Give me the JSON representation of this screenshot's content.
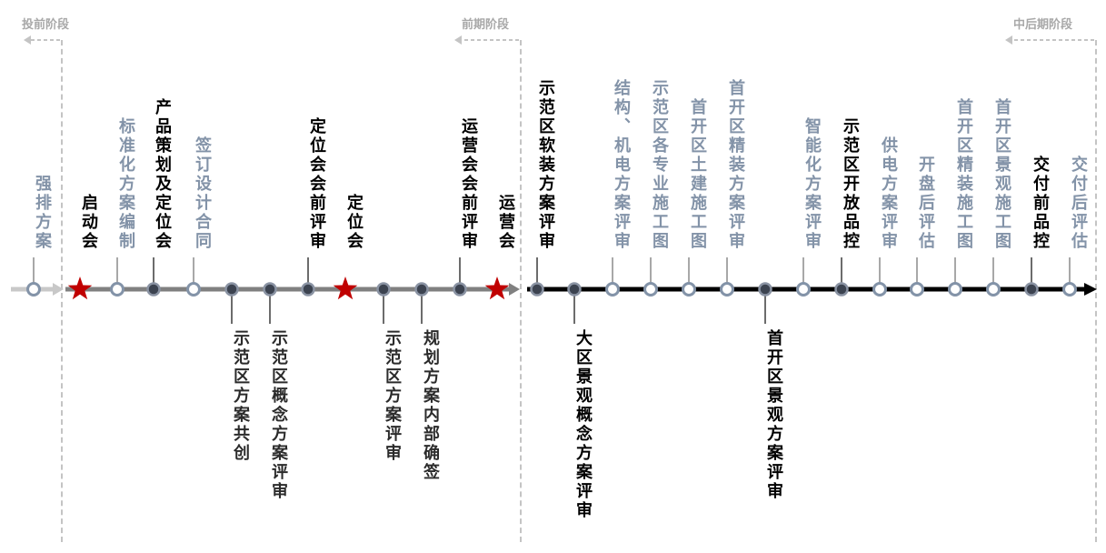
{
  "colors": {
    "node_grey": "#8393a8",
    "node_dark": "#3c4350",
    "star": "#c00000",
    "line_pre": "#c8c8c8",
    "line_early": "#808080",
    "line_late": "#000000",
    "divider": "#c4c4c4"
  },
  "phases": [
    {
      "label": "投前阶段",
      "side": "right"
    },
    {
      "label": "前期阶段",
      "side": "left"
    },
    {
      "label": "中后期阶段",
      "side": "left"
    }
  ],
  "milestones": [
    {
      "label": "强排方案",
      "pos": "above",
      "marker": "circle-hollow",
      "color": "grey"
    },
    {
      "label": "启动会",
      "pos": "above",
      "marker": "star",
      "color": "black"
    },
    {
      "label": "标准化方案编制",
      "pos": "above",
      "marker": "circle-hollow",
      "color": "grey"
    },
    {
      "label": "产品策划及定位会",
      "pos": "above",
      "marker": "circle-dark",
      "color": "black"
    },
    {
      "label": "签订设计合同",
      "pos": "above",
      "marker": "circle-hollow",
      "color": "grey"
    },
    {
      "label": "示范区方案共创",
      "pos": "below",
      "marker": "circle-dark",
      "color": "dark"
    },
    {
      "label": "示范区概念方案评审",
      "pos": "below",
      "marker": "circle-dark",
      "color": "dark"
    },
    {
      "label": "定位会会前评审",
      "pos": "above",
      "marker": "circle-dark",
      "color": "black"
    },
    {
      "label": "定位会",
      "pos": "above",
      "marker": "star",
      "color": "black"
    },
    {
      "label": "示范区方案评审",
      "pos": "below",
      "marker": "circle-dark",
      "color": "dark"
    },
    {
      "label": "规划方案内部确签",
      "pos": "below",
      "marker": "circle-dark",
      "color": "dark"
    },
    {
      "label": "运营会会前评审",
      "pos": "above",
      "marker": "circle-dark",
      "color": "black"
    },
    {
      "label": "运营会",
      "pos": "above",
      "marker": "star",
      "color": "black"
    },
    {
      "label": "示范区软装方案评审",
      "pos": "above",
      "marker": "circle-dark",
      "color": "black"
    },
    {
      "label": "大区景观概念方案评审",
      "pos": "below",
      "marker": "circle-dark",
      "color": "black"
    },
    {
      "label": "结构、机电方案评审",
      "pos": "above",
      "marker": "circle-hollow",
      "color": "grey"
    },
    {
      "label": "示范区各专业施工图",
      "pos": "above",
      "marker": "circle-hollow",
      "color": "grey"
    },
    {
      "label": "首开区土建施工图",
      "pos": "above",
      "marker": "circle-hollow",
      "color": "grey"
    },
    {
      "label": "首开区精装方案评审",
      "pos": "above",
      "marker": "circle-hollow",
      "color": "grey"
    },
    {
      "label": "首开区景观方案评审",
      "pos": "below",
      "marker": "circle-dark",
      "color": "black"
    },
    {
      "label": "智能化方案评审",
      "pos": "above",
      "marker": "circle-hollow",
      "color": "grey"
    },
    {
      "label": "示范区开放品控",
      "pos": "above",
      "marker": "circle-dark",
      "color": "black"
    },
    {
      "label": "供电方案评审",
      "pos": "above",
      "marker": "circle-hollow",
      "color": "grey"
    },
    {
      "label": "开盘后评估",
      "pos": "above",
      "marker": "circle-hollow",
      "color": "grey"
    },
    {
      "label": "首开区精装施工图",
      "pos": "above",
      "marker": "circle-hollow",
      "color": "grey"
    },
    {
      "label": "首开区景观施工图",
      "pos": "above",
      "marker": "circle-hollow",
      "color": "grey"
    },
    {
      "label": "交付前品控",
      "pos": "above",
      "marker": "circle-dark",
      "color": "black"
    },
    {
      "label": "交付后评估",
      "pos": "above",
      "marker": "circle-hollow",
      "color": "grey"
    }
  ]
}
